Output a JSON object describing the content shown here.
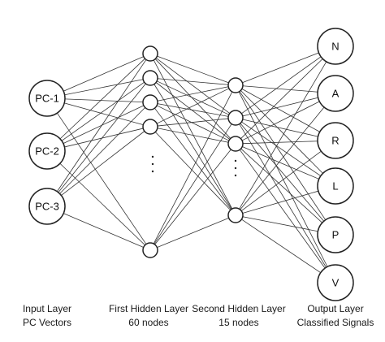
{
  "layers": [
    {
      "title": "Input Layer",
      "subtitle": "PC Vectors",
      "nodes": [
        "PC-1",
        "PC-2",
        "PC-3"
      ]
    },
    {
      "title": "First Hidden Layer",
      "subtitle": "60 nodes",
      "nodes": [
        "",
        "",
        "",
        "",
        ""
      ],
      "ellipsis": "⋮"
    },
    {
      "title": "Second Hidden Layer",
      "subtitle": "15 nodes",
      "nodes": [
        "",
        "",
        "",
        ""
      ],
      "ellipsis": "⋮"
    },
    {
      "title": "Output Layer",
      "subtitle": "Classified Signals",
      "nodes": [
        "N",
        "A",
        "R",
        "L",
        "P",
        "V"
      ]
    }
  ]
}
